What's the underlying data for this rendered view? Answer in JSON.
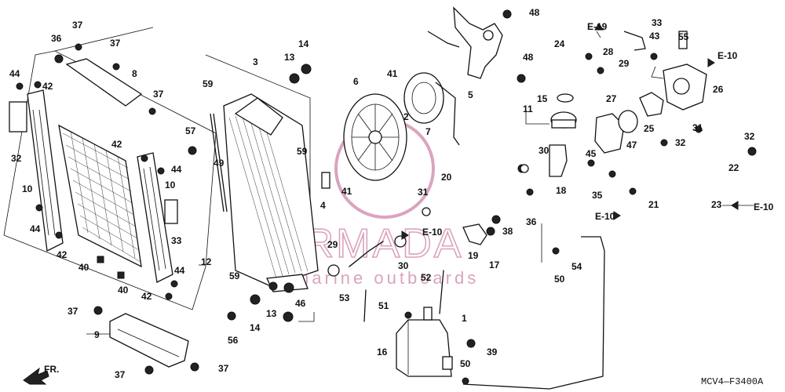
{
  "diagram_code": "MCV4—F3400A",
  "front_indicator": "FR.",
  "watermark": {
    "brand": "ARMADA",
    "tagline": "marine outboards",
    "color": "#d69ab8"
  },
  "part_labels": [
    "1",
    "2",
    "3",
    "4",
    "5",
    "6",
    "7",
    "8",
    "9",
    "10",
    "10",
    "11",
    "12",
    "13",
    "13",
    "14",
    "14",
    "15",
    "16",
    "17",
    "18",
    "19",
    "20",
    "21",
    "22",
    "23",
    "24",
    "25",
    "26",
    "27",
    "28",
    "29",
    "29",
    "30",
    "30",
    "31",
    "31",
    "32",
    "32",
    "32",
    "33",
    "33",
    "35",
    "36",
    "36",
    "37",
    "37",
    "37",
    "37",
    "37",
    "37",
    "38",
    "39",
    "40",
    "40",
    "41",
    "41",
    "42",
    "42",
    "42",
    "42",
    "43",
    "44",
    "44",
    "44",
    "44",
    "45",
    "46",
    "47",
    "48",
    "48",
    "49",
    "50",
    "50",
    "51",
    "52",
    "53",
    "54",
    "55",
    "56",
    "57",
    "59",
    "59",
    "59"
  ],
  "references": [
    "E-19",
    "E-10",
    "E-10",
    "E-10",
    "E-10"
  ]
}
